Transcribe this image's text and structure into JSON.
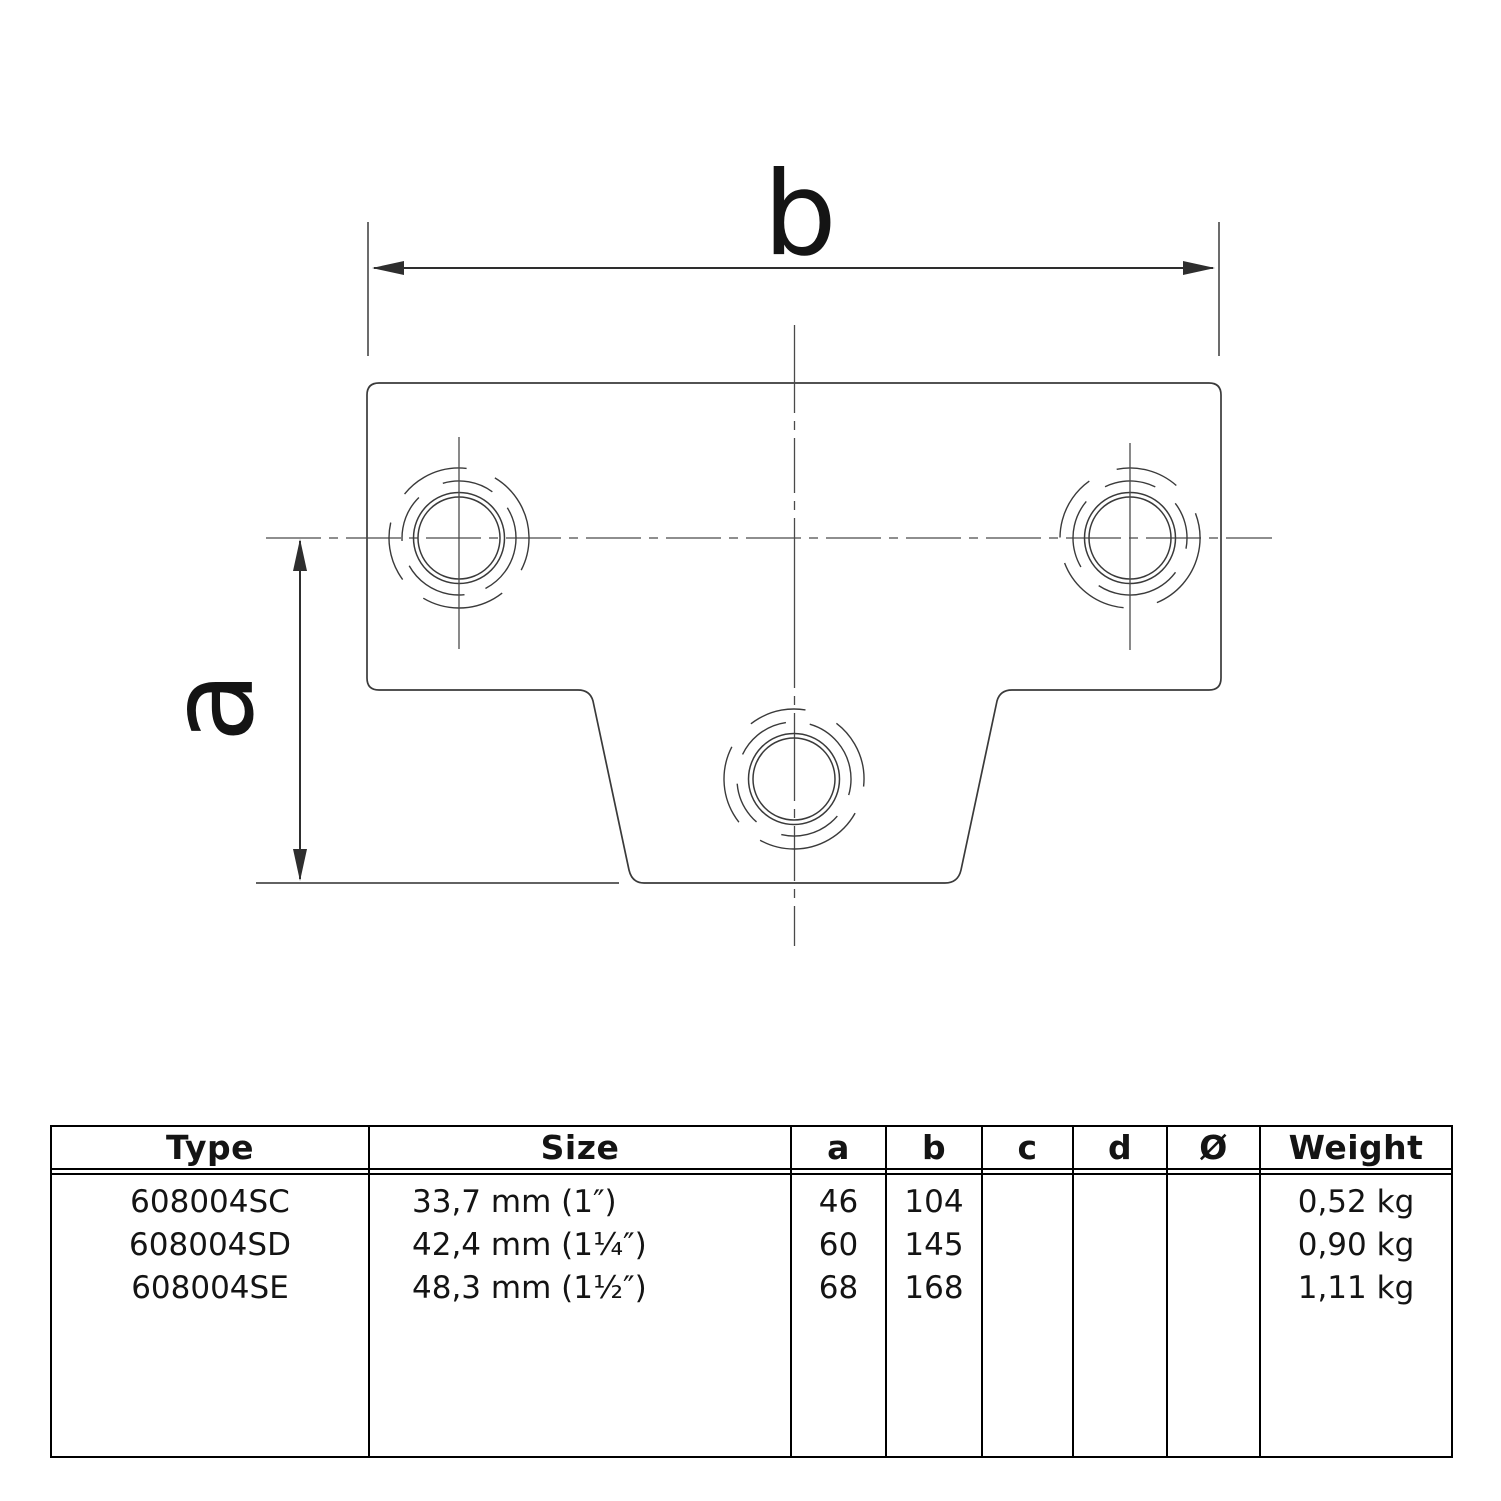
{
  "colors": {
    "bg": "#ffffff",
    "ink": "#141414",
    "line": "#3a3a3a",
    "centerline": "#4a4a4a",
    "dim": "#2e2e2e"
  },
  "drawing": {
    "dim_b_label": "b",
    "dim_a_label": "a",
    "holes": 3,
    "view": "front"
  },
  "table": {
    "headers": {
      "type": "Type",
      "size": "Size",
      "a": "a",
      "b": "b",
      "c": "c",
      "d": "d",
      "diameter": "Ø",
      "weight": "Weight"
    },
    "rows": [
      {
        "type": "608004SC",
        "size": "33,7 mm (1″)",
        "a": "46",
        "b": "104",
        "c": "",
        "d": "",
        "diameter": "",
        "weight": "0,52 kg"
      },
      {
        "type": "608004SD",
        "size": "42,4 mm (1¼″)",
        "a": "60",
        "b": "145",
        "c": "",
        "d": "",
        "diameter": "",
        "weight": "0,90 kg"
      },
      {
        "type": "608004SE",
        "size": "48,3 mm (1½″)",
        "a": "68",
        "b": "168",
        "c": "",
        "d": "",
        "diameter": "",
        "weight": "1,11 kg"
      }
    ]
  }
}
